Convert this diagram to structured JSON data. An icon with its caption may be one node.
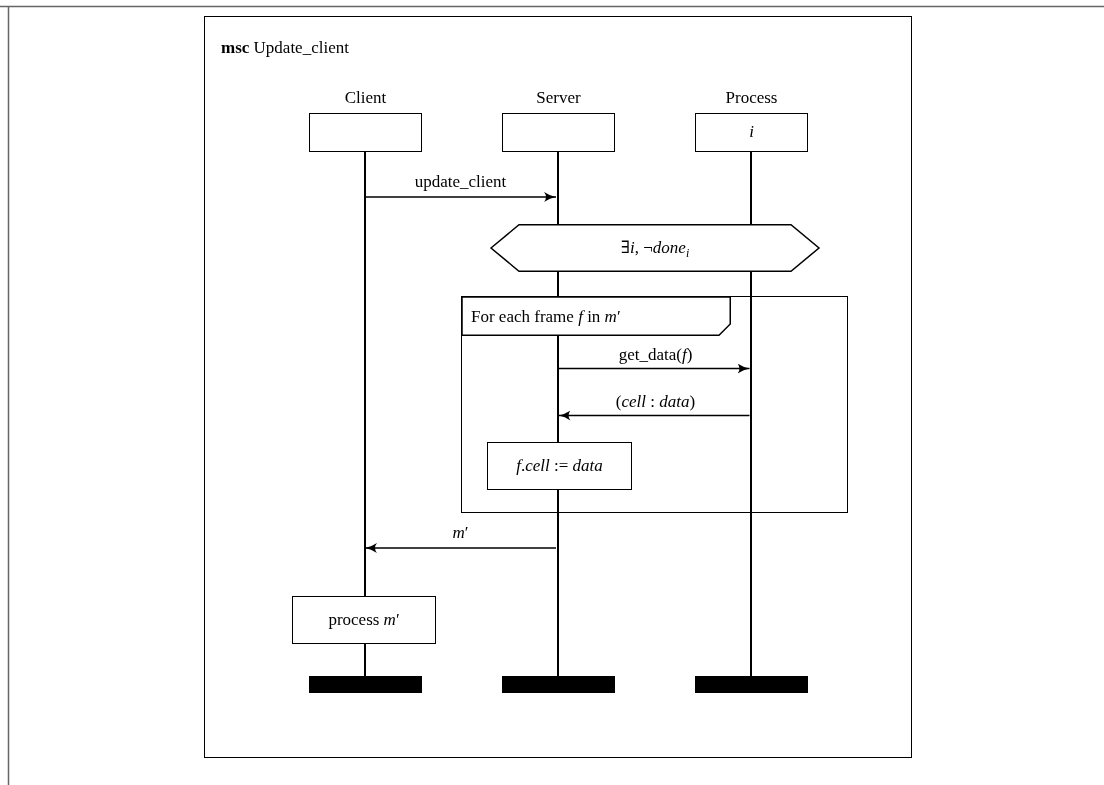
{
  "diagram": {
    "nodes": [
      {
        "text": [
          "**msc** Update_client"
        ]
      },
      {
        "text": [
          "Client"
        ],
        "in": 0
      },
      {
        "text": [
          "Server"
        ],
        "in": 0
      },
      {
        "text": [
          "Process",
          "i"
        ],
        "in": 0
      },
      {
        "text": [],
        "shape": "line",
        "in": 0
      },
      {
        "text": [],
        "shape": "line",
        "in": 0
      },
      {
        "text": [],
        "shape": "line",
        "in": 0
      },
      {
        "text": [
          "∃*i*, ¬*done*$_{i}$"
        ],
        "in": 0
      },
      {
        "text": [
          "For each frame *f* in *m*′"
        ],
        "in": 0
      },
      {
        "text": [
          "*f*.*cell* := *data*"
        ],
        "in": 8
      },
      {
        "text": [
          "process *m*′"
        ],
        "in": 0
      },
      {
        "text": [],
        "shape": "bar",
        "in": 0
      },
      {
        "text": [],
        "shape": "bar",
        "in": 0
      },
      {
        "text": [],
        "shape": "bar",
        "in": 0
      }
    ],
    "edges": [
      {
        "from": 4,
        "to": 5,
        "arrow": "to",
        "label": "update_client"
      },
      {
        "from": 5,
        "to": 6,
        "arrow": "to",
        "label": "get_data(*f*)"
      },
      {
        "from": 6,
        "to": 5,
        "arrow": "to",
        "label": "(*cell* : *data*)"
      },
      {
        "from": 5,
        "to": 4,
        "arrow": "to",
        "label": "*m*′"
      }
    ]
  }
}
